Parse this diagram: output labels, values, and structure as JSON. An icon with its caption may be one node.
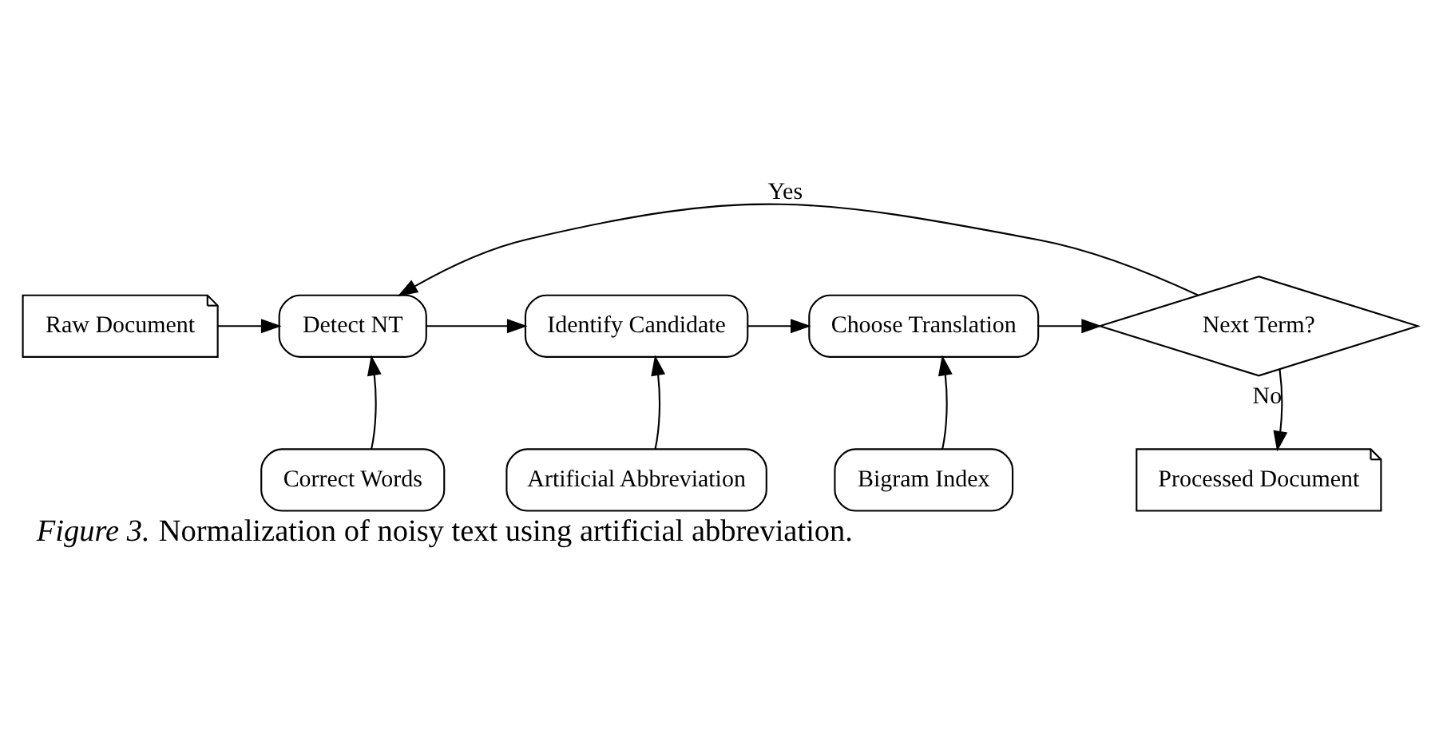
{
  "diagram": {
    "caption": "*Figure 3.* Normalization of noisy text using artificial abbreviation.",
    "nodes": [
      {
        "text": [
          "Raw Document"
        ]
      },
      {
        "text": [
          "Detect NT"
        ]
      },
      {
        "text": [
          "Identify Candidate"
        ]
      },
      {
        "text": [
          "Choose Translation"
        ]
      },
      {
        "text": [
          "Next Term?"
        ]
      },
      {
        "text": [
          "Correct Words"
        ]
      },
      {
        "text": [
          "Artificial Abbreviation"
        ]
      },
      {
        "text": [
          "Bigram Index"
        ]
      },
      {
        "text": [
          "Processed Document"
        ]
      }
    ],
    "edges": [
      {
        "from": 0,
        "to": 1,
        "arrow": "to"
      },
      {
        "from": 1,
        "to": 2,
        "arrow": "to"
      },
      {
        "from": 2,
        "to": 3,
        "arrow": "to"
      },
      {
        "from": 3,
        "to": 4,
        "arrow": "to"
      },
      {
        "from": 4,
        "to": 1,
        "arrow": "to",
        "label": "Yes"
      },
      {
        "from": 4,
        "to": 8,
        "arrow": "to",
        "label": "No"
      },
      {
        "from": 5,
        "to": 1,
        "arrow": "to"
      },
      {
        "from": 6,
        "to": 2,
        "arrow": "to"
      },
      {
        "from": 7,
        "to": 3,
        "arrow": "to"
      }
    ]
  }
}
